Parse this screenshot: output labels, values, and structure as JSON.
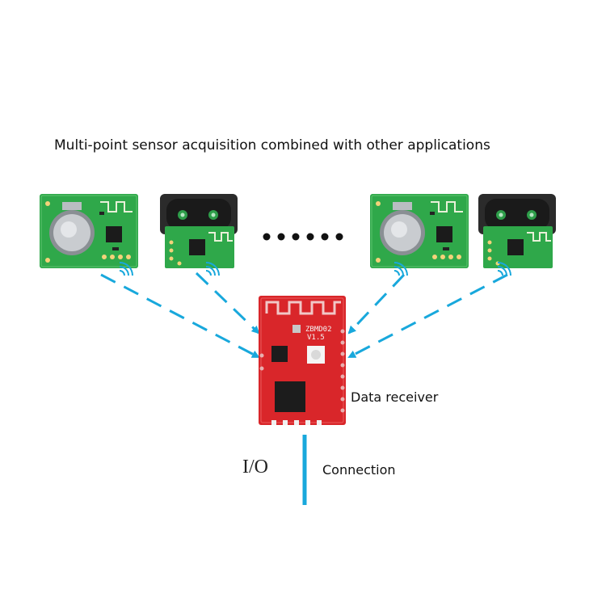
{
  "title": "Multi-point sensor acquisition combined with other applications",
  "labels": {
    "data_receiver": "Data receiver",
    "io": "I/O",
    "connection": "Connection"
  },
  "modules": {
    "receiver_marking_1": "ZBMD02",
    "receiver_marking_2": "V1.5"
  },
  "colors": {
    "arrow": "#18a8dc",
    "sensor_pcb": "#2fa84a",
    "receiver_pcb": "#d9262a"
  }
}
